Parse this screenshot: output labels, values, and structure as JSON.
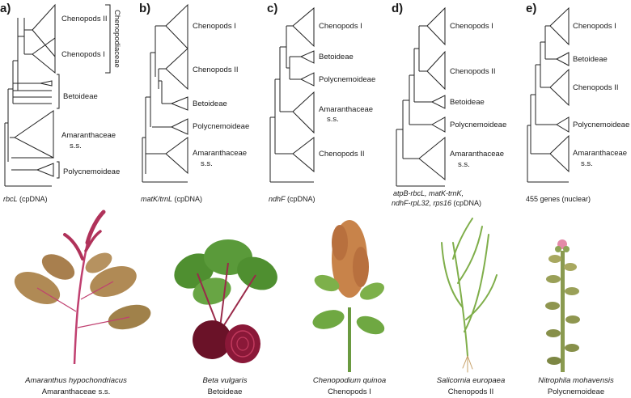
{
  "panels": [
    {
      "letter": "a)",
      "caption_italic": "rbcL",
      "caption_rest": " (cpDNA)",
      "clades": [
        "Chenopods II",
        "Chenopods I",
        "Betoideae",
        "Amaranthaceae",
        "s.s.",
        "Polycnemoideae"
      ],
      "family_label": "Chenopodiaceae"
    },
    {
      "letter": "b)",
      "caption_italic": "matK/trnL",
      "caption_rest": " (cpDNA)",
      "clades": [
        "Chenopods I",
        "Chenopods II",
        "Betoideae",
        "Polycnemoideae",
        "Amaranthaceae",
        "s.s."
      ]
    },
    {
      "letter": "c)",
      "caption_italic": "ndhF",
      "caption_rest": " (cpDNA)",
      "clades": [
        "Chenopods I",
        "Betoideae",
        "Polycnemoideae",
        "Amaranthaceae",
        "s.s.",
        "Chenopods II"
      ]
    },
    {
      "letter": "d)",
      "caption_line1": "atpB-rbcL, matK-trnK,",
      "caption_line2_italic": "ndhF-rpL32, rps16",
      "caption_line2_rest": " (cpDNA)",
      "clades": [
        "Chenopods I",
        "Chenopods II",
        "Betoideae",
        "Polycnemoideae",
        "Amaranthaceae",
        "s.s."
      ]
    },
    {
      "letter": "e)",
      "caption_rest": "455 genes (nuclear)",
      "clades": [
        "Chenopods I",
        "Betoideae",
        "Chenopods II",
        "Polycnemoideae",
        "Amaranthaceae",
        "s.s."
      ]
    }
  ],
  "plants": [
    {
      "species": "Amaranthus hypochondriacus",
      "group": "Amaranthaceae s.s."
    },
    {
      "species": "Beta vulgaris",
      "group": "Betoideae"
    },
    {
      "species": "Chenopodium quinoa",
      "group": "Chenopods I"
    },
    {
      "species": "Salicornia europaea",
      "group": "Chenopods II"
    },
    {
      "species": "Nitrophila mohavensis",
      "group": "Polycnemoideae"
    }
  ],
  "colors": {
    "ink": "#1a1a1a",
    "amaranth": "#b0325a",
    "leaf_green": "#5a9a3a",
    "beet": "#7a1530",
    "quinoa": "#c8834a",
    "salicornia": "#7fae4a"
  }
}
